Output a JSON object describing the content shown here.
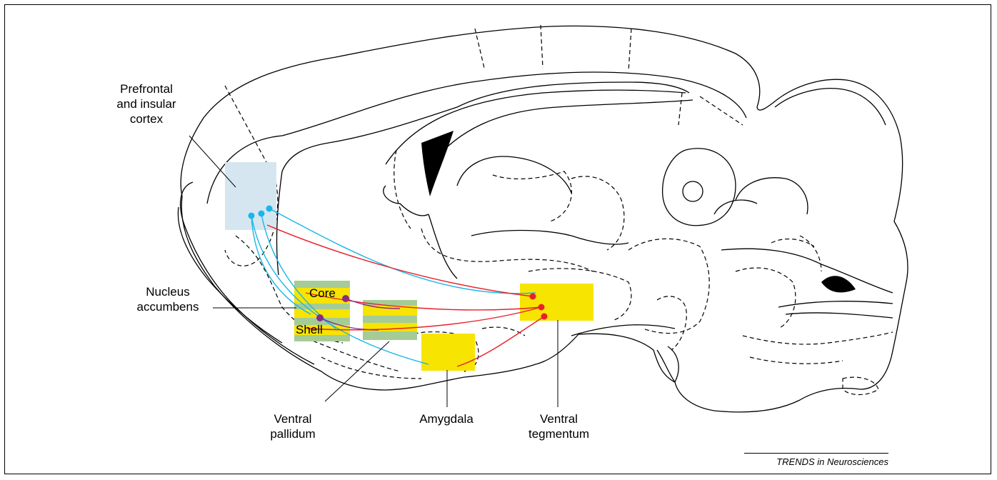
{
  "labels": {
    "prefrontal_line1": "Prefrontal",
    "prefrontal_line2": "and insular",
    "prefrontal_line3": "cortex",
    "nucleus_line1": "Nucleus",
    "nucleus_line2": "accumbens",
    "core": "Core",
    "shell": "Shell",
    "ventral_pallidum_line1": "Ventral",
    "ventral_pallidum_line2": "pallidum",
    "amygdala": "Amygdala",
    "ventral_tegmentum_line1": "Ventral",
    "ventral_tegmentum_line2": "tegmentum"
  },
  "credit": "TRENDS in Neurosciences",
  "colors": {
    "cortex_region": "#d6e6f0",
    "yellow_region": "#f7e400",
    "green_region": "#a6cc96",
    "cortex_projection": "#1ab6e8",
    "dopamine_projection": "#e8202c",
    "accumbens_projection": "#8a2a8a",
    "outline": "#000000"
  }
}
